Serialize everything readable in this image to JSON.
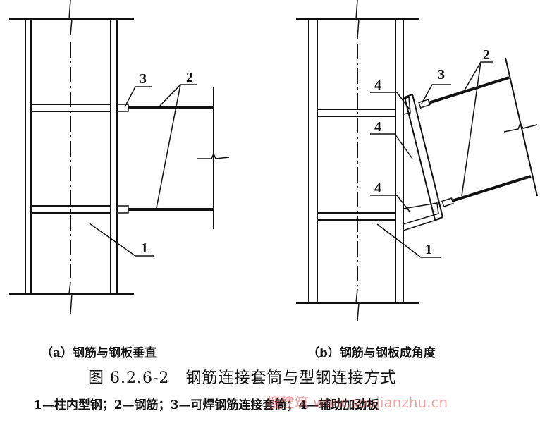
{
  "diagram_a": {
    "labels": {
      "column_steel": "1",
      "rebar": "2",
      "sleeve": "3"
    },
    "caption": "（a）钢筋与钢板垂直"
  },
  "diagram_b": {
    "labels": {
      "column_steel": "1",
      "rebar": "2",
      "sleeve": "3",
      "stiffener_top": "4",
      "stiffener_mid": "4",
      "stiffener_bottom": "4"
    },
    "caption": "（b）钢筋与钢板成角度"
  },
  "figure_title": "图 6.2.6-2　钢筋连接套筒与型钢连接方式",
  "legend": "1—柱内型钢；2—钢筋；3—可焊钢筋连接套筒；4—辅助加劲板",
  "watermark": "搜建筑 www.soujianzhu.cn"
}
